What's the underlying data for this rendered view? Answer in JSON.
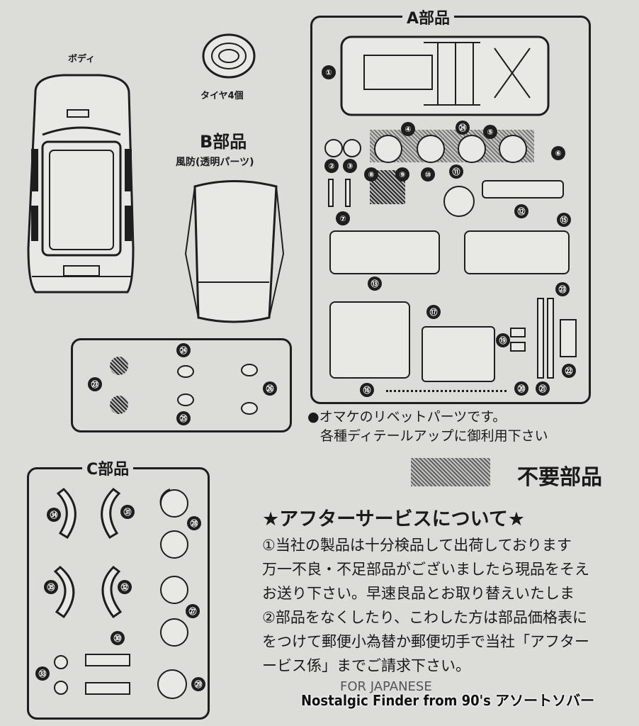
{
  "labels": {
    "body": "ボディ",
    "tire": "タイヤ4個",
    "b_title": "B部品",
    "b_sub": "風防(透明パーツ)",
    "a_title": "A部品",
    "c_title": "C部品"
  },
  "numbers": {
    "a": [
      "①",
      "②",
      "③",
      "④",
      "㉔",
      "⑤",
      "⑥",
      "⑧",
      "⑨",
      "⑩",
      "⑪",
      "⑦",
      "⑫",
      "⑮",
      "⑬",
      "⑰",
      "⑲",
      "⑯",
      "⑳",
      "㉑",
      "㉒",
      "㉓"
    ],
    "rivet": [
      "㉔",
      "㉓",
      "㉖",
      "㉕"
    ],
    "c": [
      "㉞",
      "㉛",
      "㉘",
      "㉟",
      "㉜",
      "㉗",
      "㉚",
      "㉝",
      "㉙"
    ]
  },
  "notes": {
    "rivet_line1": "●オマケのリベットパーツです。",
    "rivet_line2": "各種ディテールアップに御利用下さい",
    "unneeded": "不要部品"
  },
  "service": {
    "title": "★アフターサービスについて★",
    "lines": [
      "①当社の製品は十分検品して出荷しております",
      "万一不良・不足部品がございましたら現品をそえ",
      "お送り下さい。早速良品とお取り替えいたしま",
      "②部品をなくしたり、こわした方は部品価格表に",
      "をつけて郵便小為替か郵便切手で当社「アフター",
      "ービス係」までご請求下さい。"
    ]
  },
  "footer": {
    "partial": "FOR JAPANESE",
    "watermark": "Nostalgic Finder from 90's アソートソバー"
  }
}
